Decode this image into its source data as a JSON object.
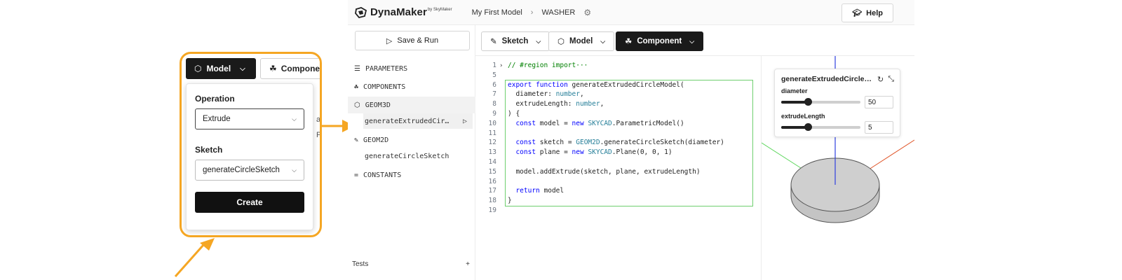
{
  "callout": {
    "model_button": "Model",
    "component_button": "Component",
    "operation_label": "Operation",
    "operation_value": "Extrude",
    "sketch_label": "Sketch",
    "sketch_value": "generateCircleSketch",
    "create_button": "Create",
    "peek_1": "a",
    "peek_2": "P"
  },
  "app": {
    "logo_text": "DynaMaker",
    "logo_sup": "by SkyMaker",
    "breadcrumb_model": "My First Model",
    "breadcrumb_component": "WASHER",
    "help_label": "Help"
  },
  "sidebar": {
    "save_run": "Save & Run",
    "sections": {
      "parameters": "PARAMETERS",
      "components": "COMPONENTS",
      "geom3d": "GEOM3D",
      "geom3d_item": "generateExtrudedCircleModel",
      "geom2d": "GEOM2D",
      "geom2d_item": "generateCircleSketch",
      "constants": "CONSTANTS"
    },
    "tests_label": "Tests",
    "tests_add": "+"
  },
  "toolbar": {
    "sketch": "Sketch",
    "model": "Model",
    "component": "Component"
  },
  "editor": {
    "lines": [
      {
        "n": "1",
        "t": "// #region import···"
      },
      {
        "n": "5",
        "t": ""
      },
      {
        "n": "6",
        "t": "export function generateExtrudedCircleModel("
      },
      {
        "n": "7",
        "t": "  diameter: number,"
      },
      {
        "n": "8",
        "t": "  extrudeLength: number,"
      },
      {
        "n": "9",
        "t": ") {"
      },
      {
        "n": "10",
        "t": "  const model = new SKYCAD.ParametricModel()"
      },
      {
        "n": "11",
        "t": ""
      },
      {
        "n": "12",
        "t": "  const sketch = GEOM2D.generateCircleSketch(diameter)"
      },
      {
        "n": "13",
        "t": "  const plane = new SKYCAD.Plane(0, 0, 1)"
      },
      {
        "n": "14",
        "t": ""
      },
      {
        "n": "15",
        "t": "  model.addExtrude(sketch, plane, extrudeLength)"
      },
      {
        "n": "16",
        "t": ""
      },
      {
        "n": "17",
        "t": "  return model"
      },
      {
        "n": "18",
        "t": "}"
      },
      {
        "n": "19",
        "t": ""
      }
    ]
  },
  "viewer": {
    "card_title": "generateExtrudedCircleModel",
    "params": [
      {
        "label": "diameter",
        "value": "50",
        "fraction": 0.33
      },
      {
        "label": "extrudeLength",
        "value": "5",
        "fraction": 0.33
      }
    ]
  },
  "colors": {
    "callout_border": "#f5a623",
    "arrow": "#f5a623",
    "dark_button": "#1a1a1a",
    "code_keyword": "#0000ff",
    "code_type": "#267f99",
    "code_comment": "#008000",
    "highlight_box": "#6fcf6f",
    "axis_x": "#e0562a",
    "axis_y": "#5cd65c",
    "axis_z": "#2f3fe0",
    "washer": "#cfcfcf"
  }
}
